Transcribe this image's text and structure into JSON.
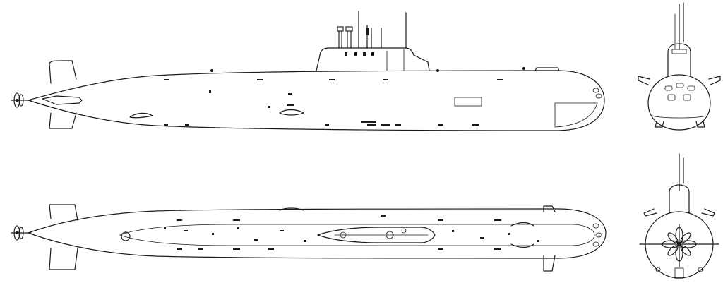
{
  "drawing": {
    "views": [
      "side-profile",
      "top-plan",
      "bow-front-view",
      "stern-rear-view"
    ],
    "ink_color": "#1a1a1a",
    "background": "#ffffff"
  }
}
